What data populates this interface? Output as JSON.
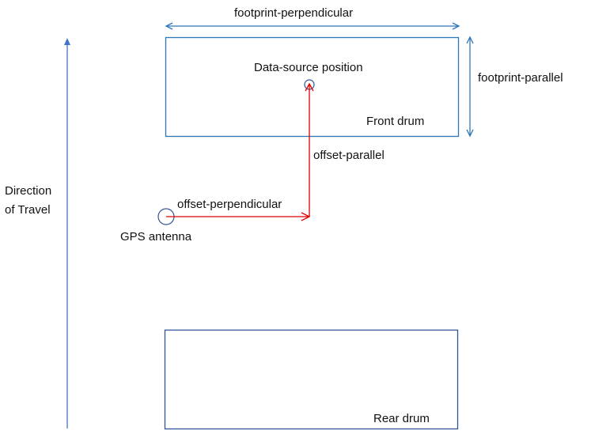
{
  "diagram": {
    "labels": {
      "footprint_perpendicular": "footprint-perpendicular",
      "footprint_parallel": "footprint-parallel",
      "data_source_position": "Data-source position",
      "front_drum": "Front drum",
      "offset_parallel": "offset-parallel",
      "offset_perpendicular": "offset-perpendicular",
      "gps_antenna": "GPS antenna",
      "direction_line1": "Direction",
      "direction_line2": "of Travel",
      "rear_drum": "Rear drum"
    },
    "colors": {
      "dimension_arrow": "#2E75B6",
      "drum_outline": "#2E75B6",
      "rear_drum_outline": "#2F5597",
      "travel_arrow": "#4472C4",
      "offset_arrow": "#E00000",
      "marker_circle": "#2F5597",
      "text": "#111111"
    }
  }
}
